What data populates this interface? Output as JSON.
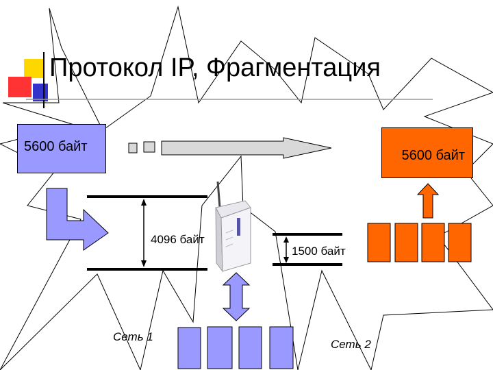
{
  "title": "Протокол IP, Фрагментация",
  "source_packet": {
    "label": "5600 байт"
  },
  "dest_packet": {
    "label": "5600 байт"
  },
  "network1": {
    "mtu_label": "4096 байт",
    "name": "Сеть 1"
  },
  "network2": {
    "mtu_label": "1500 байт",
    "name": "Сеть 2"
  },
  "colors": {
    "blue": "#9999ff",
    "orange": "#ff6600",
    "gray": "#d9d9d9",
    "accent_yellow": "#ffd700",
    "accent_red": "#ff3333",
    "accent_blue": "#3333cc"
  },
  "icons": [
    "router-icon"
  ]
}
